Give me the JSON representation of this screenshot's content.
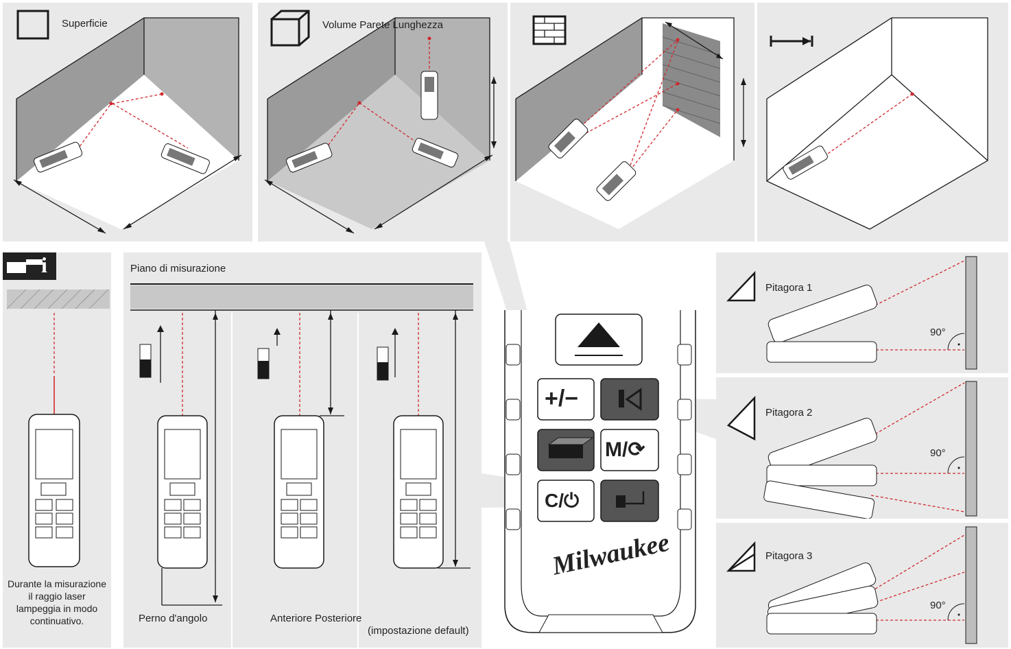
{
  "top_row": {
    "area": {
      "label": "Superficie",
      "icon": "square-outline-icon"
    },
    "volume": {
      "label": "Volume Parete Lunghezza",
      "icon": "cube-outline-icon"
    },
    "wall": {
      "icon": "brick-wall-icon"
    },
    "distance": {
      "icon": "distance-arrow-icon"
    }
  },
  "info": {
    "icon": "pointing-hand-info-icon",
    "icon_letter": "i",
    "text": "Durante la misurazione il raggio laser lampeggia in modo continuativo."
  },
  "reference": {
    "plane_label": "Piano di misurazione",
    "pivot_label": "Perno d'angolo",
    "front_back_label": "Anteriore Posteriore",
    "default_label": "(impostazione default)"
  },
  "keypad": {
    "brand": "Milwaukee",
    "keys": [
      "+/−",
      "M/⟳",
      "C/⏻"
    ]
  },
  "pythagoras": {
    "items": [
      {
        "label": "Pitagora 1",
        "angle": "90°"
      },
      {
        "label": "Pitagora 2",
        "angle": "90°"
      },
      {
        "label": "Pitagora 3",
        "angle": "90°"
      }
    ]
  },
  "colors": {
    "panel_bg": "#e9e9e9",
    "laser": "#d0282e",
    "line": "#1a1a1a"
  }
}
